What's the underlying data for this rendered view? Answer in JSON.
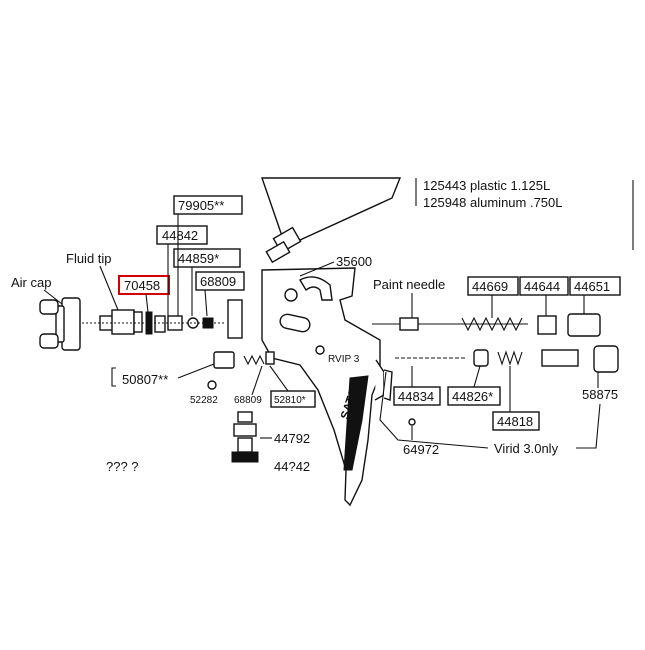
{
  "cup_options": [
    {
      "code": "125443",
      "desc": "plastic 1.125L"
    },
    {
      "code": "125948",
      "desc": "aluminum .750L"
    }
  ],
  "labels": {
    "air_cap": "Air cap",
    "fluid_tip": "Fluid tip",
    "paint_needle": "Paint needle",
    "virid": "Virid 3.0nly",
    "brand": "SATA",
    "model": "RVIP 3"
  },
  "part_numbers": {
    "p79905": "79905**",
    "p44842": "44842",
    "p44859": "44859*",
    "p68809": "68809",
    "p70458": "70458",
    "p35600": "35600",
    "p44669": "44669",
    "p44644": "44644",
    "p44651": "44651",
    "p50807": "50807**",
    "p52282": "52282",
    "p68809b": "68809",
    "p52810": "52810*",
    "p44834": "44834",
    "p44826": "44826*",
    "p44818": "44818",
    "p58875": "58875",
    "p44792": "44792",
    "p64972": "64972",
    "p_cut1": "??? ?",
    "p_cut2": "44?42"
  },
  "colors": {
    "highlight": "#d40000",
    "ink": "#111111"
  }
}
